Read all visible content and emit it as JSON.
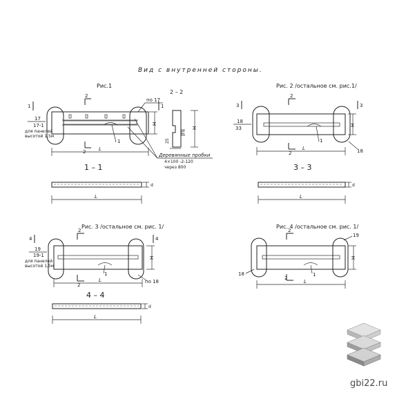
{
  "heading": "Вид с внутренней стороны.",
  "watermark": "gbi22.ru",
  "colors": {
    "ink": "#1f1f1f",
    "logo_light": "#d9d9d9",
    "logo_mid": "#b5b5b5",
    "logo_dark": "#8a8a8a"
  },
  "fig1": {
    "title": "Рис.1",
    "cut_mark_top": "2",
    "cut_mark_bottom": "2",
    "side_mark_left": "1",
    "side_mark_right": "1",
    "label_17": "17",
    "label_17_1": "17-1",
    "panel_note_1": "для панелей",
    "panel_note_2": "высотой 1,5м",
    "label_po17": "по 17",
    "height_H": "H",
    "length_L": "L",
    "item_1": "1"
  },
  "section22": {
    "title": "2 – 2",
    "dim_H": "H",
    "dim_35": "35",
    "dim_25": "25",
    "plugs_1": "Деревянные пробки",
    "plugs_2": "4×100 -2-120",
    "plugs_3": "через 800"
  },
  "section11": {
    "title": "1 – 1",
    "length_L": "L",
    "dim_d": "d"
  },
  "fig2": {
    "title": "Рис. 2 /остальное см. рис.1/",
    "cut_mark_top": "2",
    "cut_mark_bottom": "2",
    "side_mark_left": "3",
    "side_mark_right": "3",
    "label_18": "18",
    "label_33": "33",
    "label_18b": "18",
    "height_H": "H",
    "length_L": "L",
    "item_1": "1"
  },
  "section33": {
    "title": "3 – 3",
    "length_L": "L",
    "dim_d": "d"
  },
  "fig3": {
    "title": "Рис. 3 /остальное см. рис. 1/",
    "cut_mark_top": "2",
    "cut_mark_bottom": "2",
    "side_mark_left": "4",
    "side_mark_right": "4",
    "label_19": "19",
    "label_19_1": "19-1",
    "panel_note_1": "для панелей",
    "panel_note_2": "высотой 1,5м",
    "label_po18": "по 18",
    "height_H": "H",
    "length_L": "L",
    "item_1": "1"
  },
  "section44": {
    "title": "4 – 4",
    "length_L": "L",
    "dim_d": "d"
  },
  "fig4": {
    "title": "Рис. 4 /остальное см. рис. 1/",
    "cut_mark_top": "2",
    "cut_mark_bottom": "2",
    "label_19": "19",
    "label_18": "18",
    "height_H": "H",
    "length_L": "L",
    "item_1": "1"
  }
}
